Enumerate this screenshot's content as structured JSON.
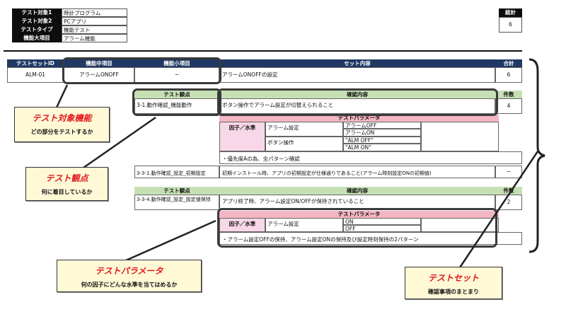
{
  "summary": {
    "rows": [
      {
        "label": "テスト対象1",
        "value": "時計プログラム"
      },
      {
        "label": "テスト対象2",
        "value": "PCアプリ"
      },
      {
        "label": "テストタイプ",
        "value": "機能テスト"
      },
      {
        "label": "機能大項目",
        "value": "アラーム機能"
      }
    ],
    "total_label": "総計",
    "total_value": "6"
  },
  "main_table": {
    "headers": [
      "テストセットID",
      "機能中項目",
      "機能小項目",
      "セット内容",
      "合計"
    ],
    "row": [
      "ALM-01",
      "アラームONOFF",
      "−",
      "アラームONOFFの設定",
      "6"
    ]
  },
  "section1": {
    "headers": [
      "テスト観点",
      "確認内容",
      "件数"
    ],
    "row": [
      "3-1.動作確認_機能動作",
      "ボタン操作でアラーム設定が切替えられること",
      "4"
    ],
    "param_title": "テストパラメータ",
    "factor_label": "因子／水準",
    "params": [
      {
        "factor": "アラーム設定",
        "levels": [
          "アラームOFF",
          "アラームON"
        ]
      },
      {
        "factor": "ボタン操作",
        "levels": [
          "\"ALM OFF\"",
          "\"ALM ON\""
        ]
      }
    ],
    "note": "・優先度Aの為、全パターン確認"
  },
  "row_331": [
    "3-3-1.動作確認_設定_初期設定",
    "初期インストール時、アプリの初期設定が仕様通りであること(アラーム時刻設定ONの初期値)",
    "−"
  ],
  "section2": {
    "headers": [
      "テスト観点",
      "確認内容",
      "件数"
    ],
    "row": [
      "3-3-4.動作確認_設定_設定値保持",
      "アプリ終了時、アラーム設定ON/OFFが保持されていること",
      "2"
    ],
    "param_title": "テストパラメータ",
    "factor_label": "因子／水準",
    "params": [
      {
        "factor": "アラーム設定",
        "levels": [
          "ON",
          "OFF"
        ]
      }
    ],
    "note": "・アラーム設定OFFの保持、アラーム設定ONの保持及び設定時刻保持の2パターン"
  },
  "callouts": [
    {
      "title": "テスト対象機能",
      "sub": "どの部分をテストするか"
    },
    {
      "title": "テスト観点",
      "sub": "何に着目しているか"
    },
    {
      "title": "テストパラメータ",
      "sub": "何の因子にどんな水準を当てはめるか"
    },
    {
      "title": "テストセット",
      "sub": "確認事項のまとまり"
    }
  ]
}
